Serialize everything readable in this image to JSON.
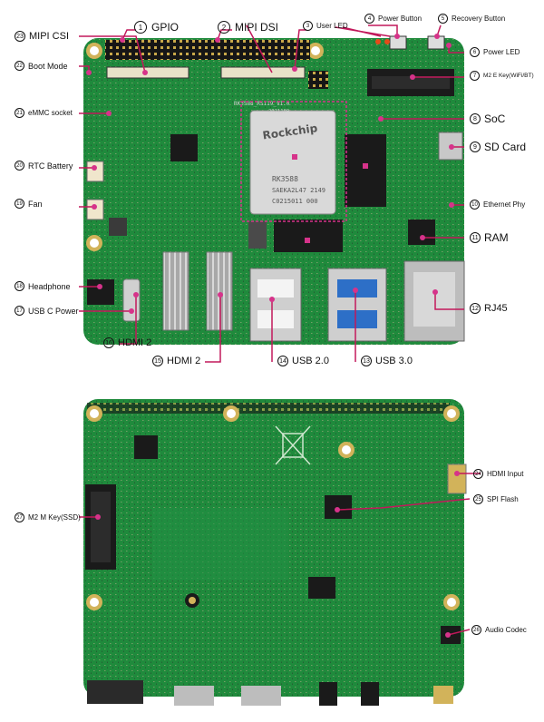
{
  "labels": [
    {
      "n": "1",
      "text": "GPIO"
    },
    {
      "n": "2",
      "text": "MIPI DSI"
    },
    {
      "n": "3",
      "text": "User LED"
    },
    {
      "n": "4",
      "text": "Power Button"
    },
    {
      "n": "5",
      "text": "Recovery Button"
    },
    {
      "n": "6",
      "text": "Power LED"
    },
    {
      "n": "7",
      "text": "M2 E Key(WiFi/BT)"
    },
    {
      "n": "8",
      "text": "SoC"
    },
    {
      "n": "9",
      "text": "SD Card"
    },
    {
      "n": "10",
      "text": "Ethernet Phy"
    },
    {
      "n": "11",
      "text": "RAM"
    },
    {
      "n": "12",
      "text": "RJ45"
    },
    {
      "n": "13",
      "text": "USB 3.0"
    },
    {
      "n": "14",
      "text": "USB 2.0"
    },
    {
      "n": "15",
      "text": "HDMI 2"
    },
    {
      "n": "16",
      "text": "HDMI 2"
    },
    {
      "n": "17",
      "text": "USB C Power"
    },
    {
      "n": "18",
      "text": "Headphone"
    },
    {
      "n": "19",
      "text": "Fan"
    },
    {
      "n": "20",
      "text": "RTC Battery"
    },
    {
      "n": "21",
      "text": "eMMC socket"
    },
    {
      "n": "22",
      "text": "Boot Mode"
    },
    {
      "n": "23",
      "text": "MIPI CSI"
    },
    {
      "n": "24",
      "text": "HDMI Input"
    },
    {
      "n": "25",
      "text": "SPI Flash"
    },
    {
      "n": "26",
      "text": "Audio Codec"
    },
    {
      "n": "27",
      "text": "M2 M Key(SSD)"
    }
  ],
  "chip_text": {
    "brand": "Rockchip",
    "model": "RK3588",
    "line2": "SAEKA2L47 2149",
    "line3": "C0215011 000",
    "board_id": "RK3588_RS119_V1.0",
    "board_date": "2021109"
  },
  "colors": {
    "pcb": "#1f8a3c",
    "pcb_dark": "#15652b",
    "leader": "#c2185b",
    "target": "#d6338a",
    "gold": "#d2b35a"
  }
}
